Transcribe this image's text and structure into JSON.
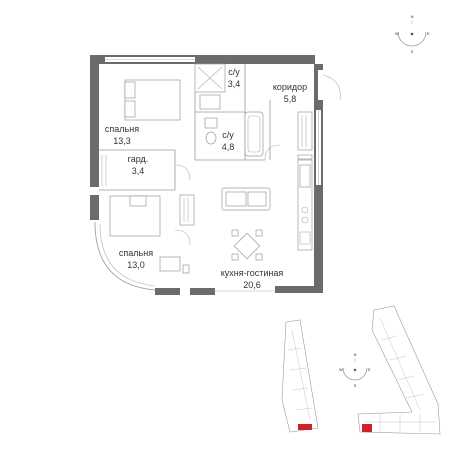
{
  "rooms": [
    {
      "name": "с/у",
      "area": "3,4"
    },
    {
      "name": "коридор",
      "area": "5,8"
    },
    {
      "name": "спальня",
      "area": "13,3"
    },
    {
      "name": "с/у",
      "area": "4,8"
    },
    {
      "name": "гард.",
      "area": "3,4"
    },
    {
      "name": "спальня",
      "area": "13,0"
    },
    {
      "name": "кухня-гостиная",
      "area": "20,6"
    }
  ],
  "compass": {
    "north": "N",
    "south": "S",
    "west": "W",
    "east": "E"
  },
  "colors": {
    "walls": "#6b6b6b",
    "highlight": "#d0202a"
  }
}
